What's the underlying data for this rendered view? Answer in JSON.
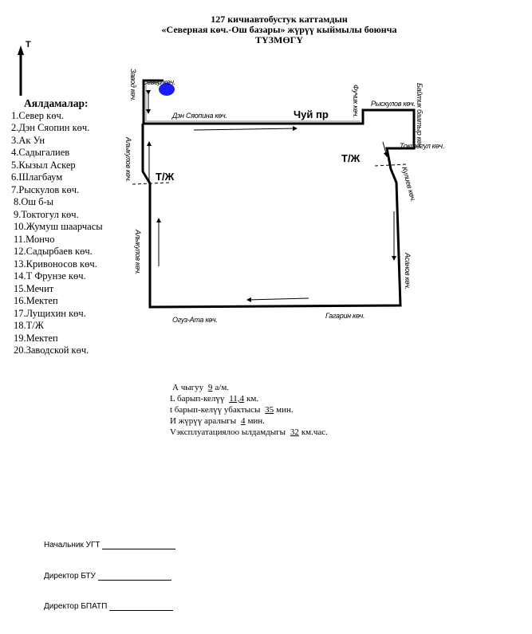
{
  "title": {
    "line1": "127 кичиавтобустук каттамдын",
    "line2": "«Северная көч.-Ош базары» жүрүү кыймылы боюнча",
    "line3": "ТҮЗМӨГҮ"
  },
  "north_label": "Т",
  "stops": {
    "heading": "Аялдамалар:",
    "items": [
      "1.Север көч.",
      "2.Дэн Сяопин көч.",
      "3.Ак Ун",
      "4.Садыгалиев",
      "5.Кызыл Аскер",
      "6.Шлагбаум",
      "7.Рыскулов көч.",
      "8.Ош б-ы",
      "9.Токтогул көч.",
      "10.Жумуш шаарчасы",
      "11.Мончо",
      "12.Садырбаев көч.",
      "13.Кривоносов көч.",
      "14.Т Фрунзе көч.",
      "15.Мечит",
      "16.Мектеп",
      "17.Лущихин көч.",
      "18.Т/Ж",
      "19.Мектеп",
      "20.Заводской көч."
    ]
  },
  "map": {
    "sever": "Север көч.",
    "zavod": "Завод көч.",
    "den": "Дэн Сяопина көч.",
    "chuy": "Чуй пр",
    "fuchik": "Фучик көч.",
    "ryskulov": "Рыскулов көч.",
    "baitik": "Байтик баатыр көч.",
    "toktogul": "Токтогул көч.",
    "tzh_right": "Т/Ж",
    "kuliev": "Кулиев көч.",
    "alykulov_top": "Алыкулов көч.",
    "tzh_left": "Т/Ж",
    "alykulov_bottom": "Алыкулов көч.",
    "asanov": "Асанов көч.",
    "oguz": "Огуз-Ата көч.",
    "gagarin": "Гагарин көч.",
    "route_color": "#000000",
    "start_color": "#1a1aff"
  },
  "params": [
    {
      "label": "А чыгуу",
      "value": "9",
      "unit": "а/м."
    },
    {
      "label": "L барып-келүү",
      "value": "11,4",
      "unit": "км."
    },
    {
      "label": "t барып-келүү убактысы",
      "value": "35",
      "unit": "мин."
    },
    {
      "label": "И жүрүү аралыгы",
      "value": "4",
      "unit": "мин."
    },
    {
      "label": "Vэксплуатациялоо ылдамдыгы",
      "value": "32",
      "unit": "км.час."
    }
  ],
  "signatures": [
    "Начальник УГТ",
    "Директор БТУ",
    "Директор БПАТП"
  ]
}
